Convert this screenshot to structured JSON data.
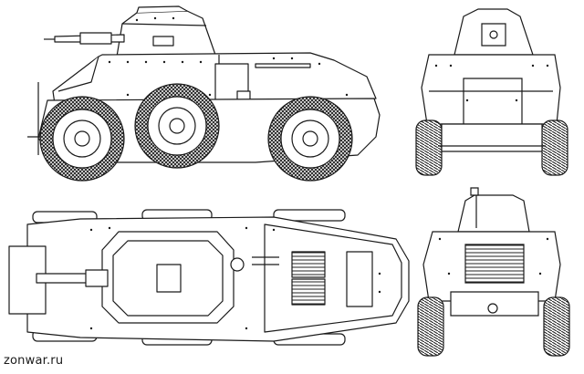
{
  "watermark": "zonwar.ru",
  "colors": {
    "line": "#1a1a1a",
    "paper": "#ffffff",
    "tyre": "#2a2a2a"
  },
  "views": [
    "side-view",
    "top-view",
    "front-view",
    "rear-view"
  ]
}
